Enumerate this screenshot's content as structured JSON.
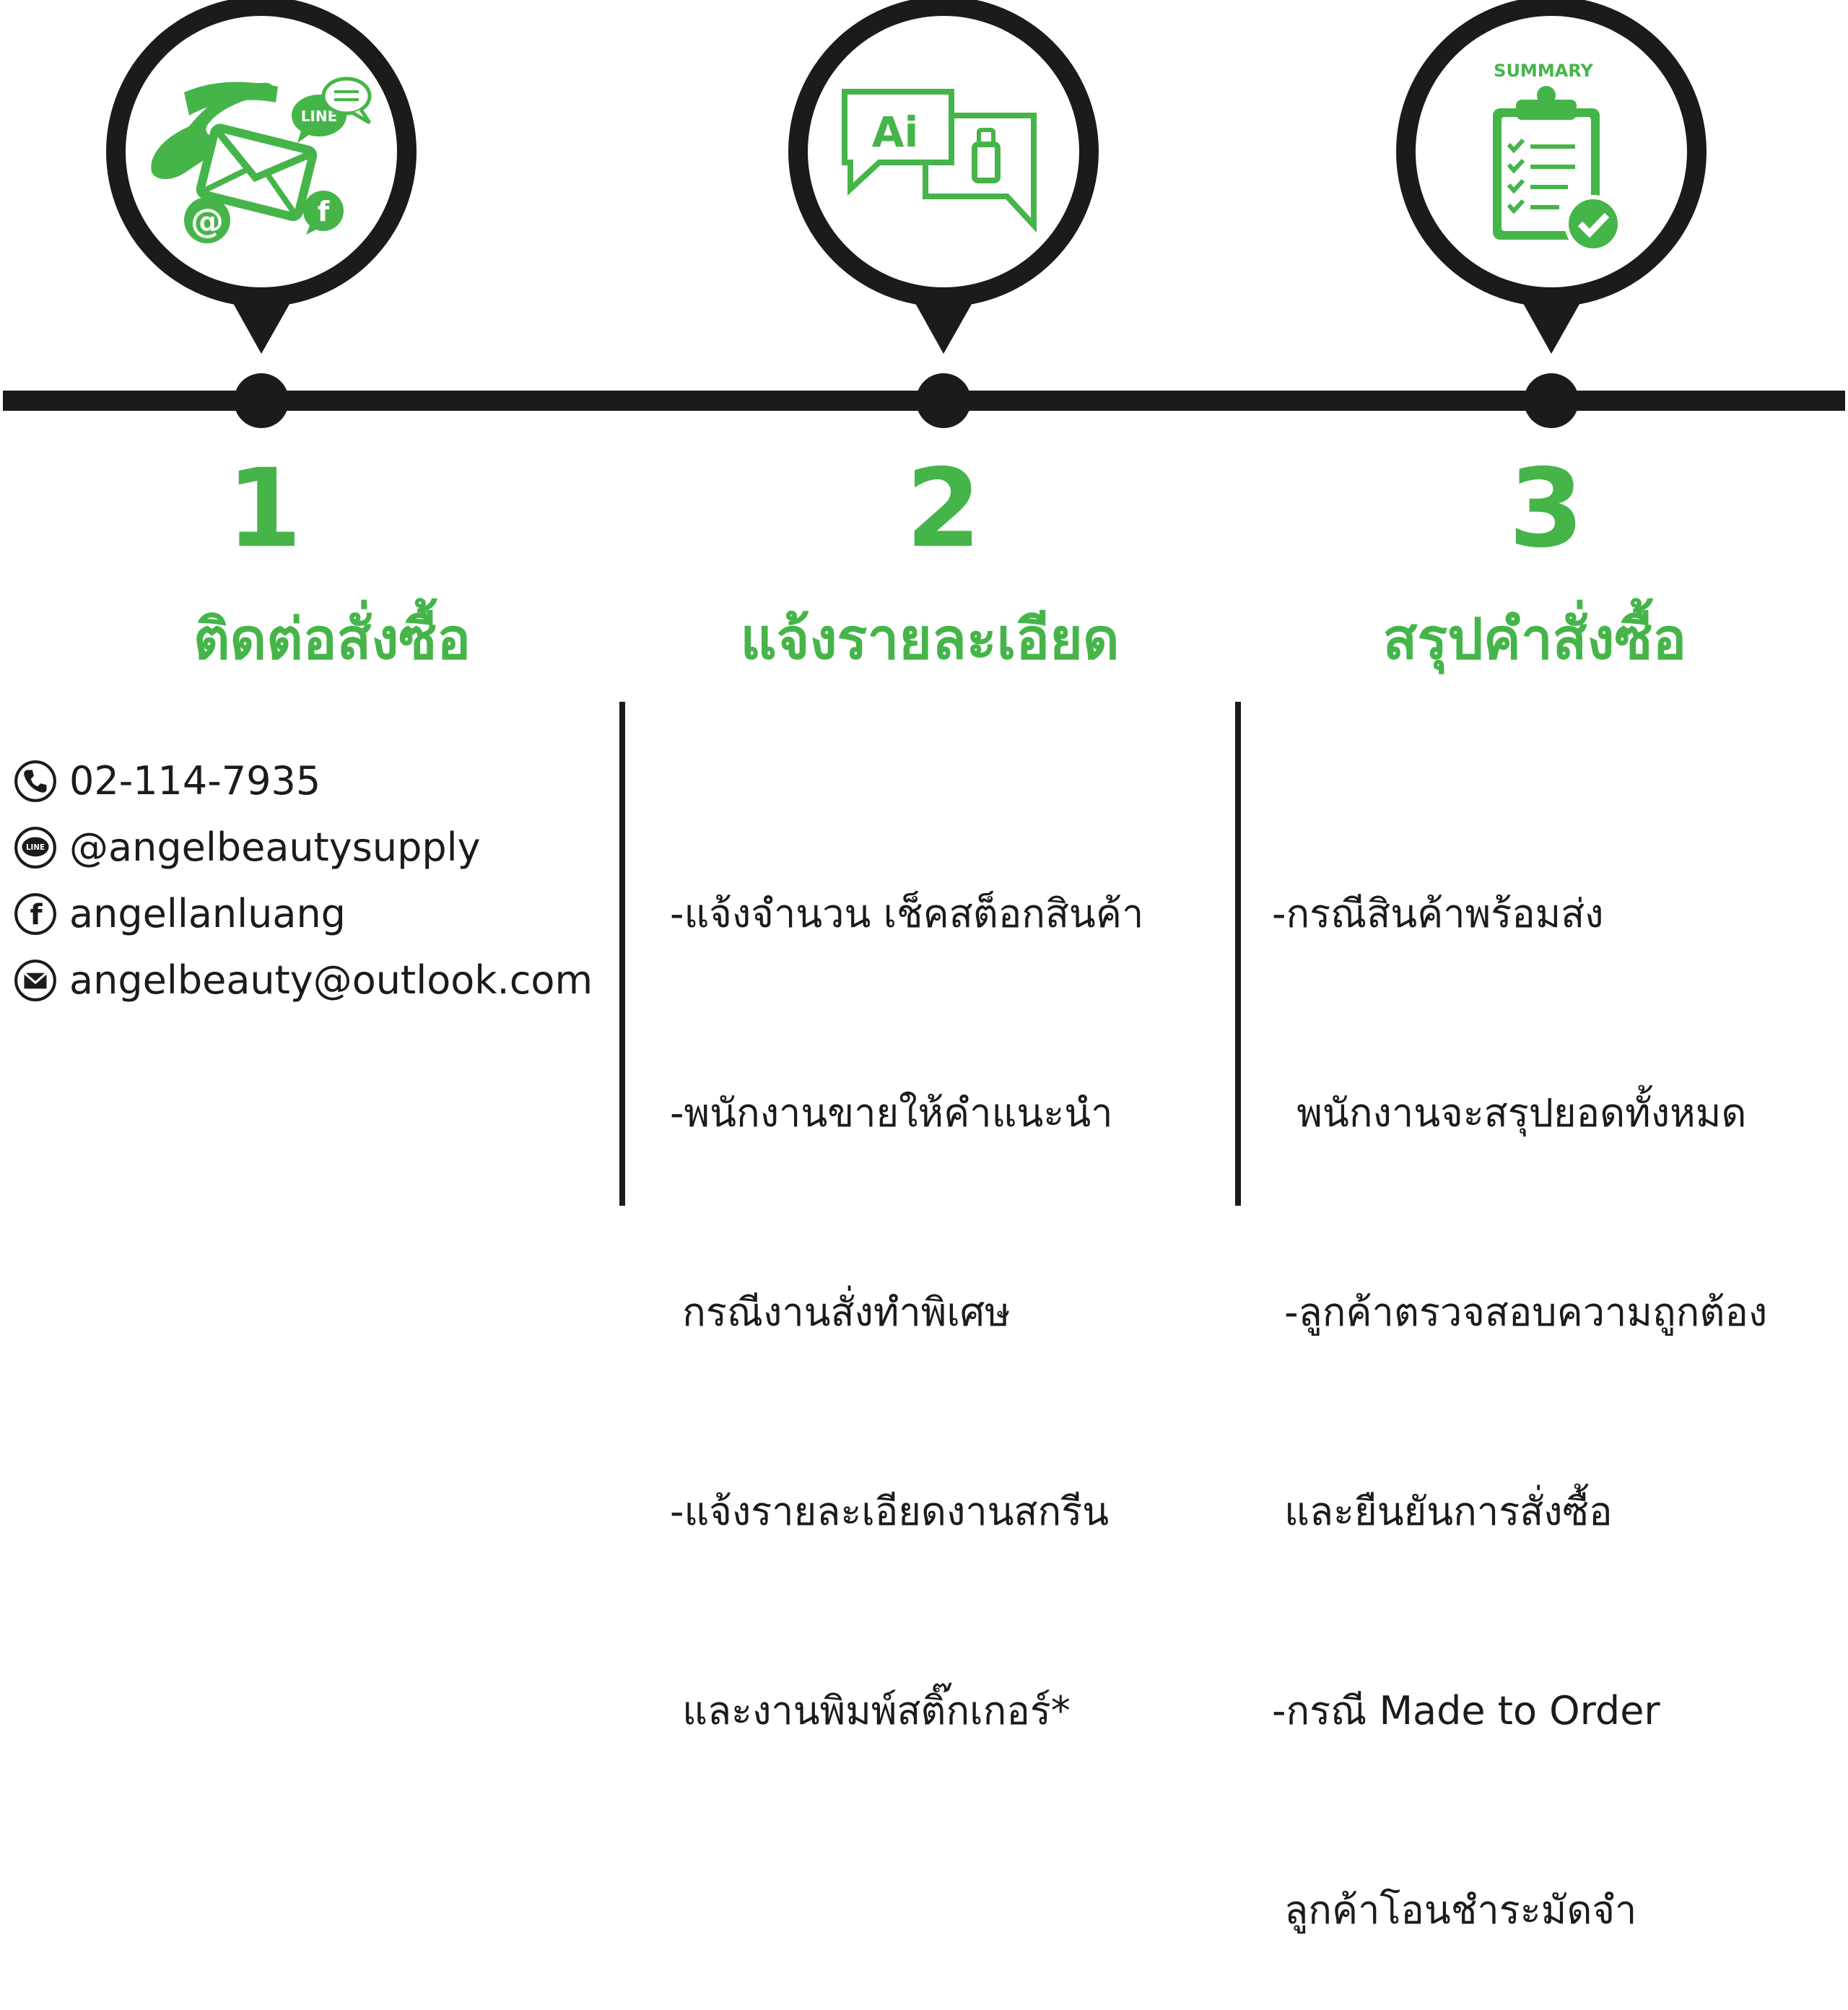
{
  "steps": [
    {
      "number": "1",
      "title": "ติดต่อสั่งซื้อ",
      "icon": "communication-icon",
      "icon_labels": {
        "line_bubble": "LINE",
        "email": "@",
        "facebook": "f"
      }
    },
    {
      "number": "2",
      "title": "แจ้งรายละเอียด",
      "icon": "design-chat-icon",
      "icon_labels": {
        "ai": "Ai"
      }
    },
    {
      "number": "3",
      "title": "สรุปคำสั่งซื้อ",
      "icon": "summary-clipboard-icon",
      "icon_labels": {
        "summary": "SUMMARY"
      }
    }
  ],
  "contacts": [
    {
      "icon": "phone-icon",
      "text": "02-114-7935"
    },
    {
      "icon": "line-icon",
      "icon_text": "LINE",
      "text": "@angelbeautysupply"
    },
    {
      "icon": "facebook-icon",
      "icon_text": "f",
      "text": "angellanluang"
    },
    {
      "icon": "mail-icon",
      "text": "angelbeauty@outlook.com"
    }
  ],
  "details_step2": [
    "-แจ้งจำนวน เช็คสต็อกสินค้า",
    "-พนักงานขายให้คำแนะนำ",
    " กรณีงานสั่งทำพิเศษ",
    "-แจ้งรายละเอียดงานสกรีน",
    " และงานพิมพ์สติ๊กเกอร์*"
  ],
  "details_step3": [
    "-กรณีสินค้าพร้อมส่ง",
    "  พนักงานจะสรุปยอดทั้งหมด",
    " -ลูกค้าตรวจสอบความถูกต้อง",
    " และยืนยันการสั่งซื้อ",
    "-กรณี Made to Order",
    " ลูกค้าโอนชำระมัดจำ"
  ],
  "colors": {
    "accent": "#45b549",
    "dark": "#1b1b1b",
    "background": "#ffffff"
  }
}
